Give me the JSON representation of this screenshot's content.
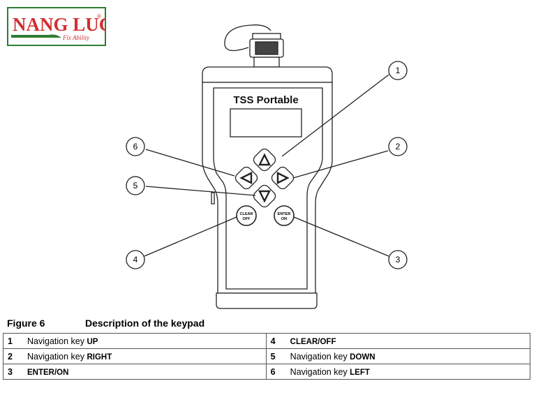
{
  "logo": {
    "brand": "NANG LUC",
    "registered": "®",
    "tagline": "Fix Ability"
  },
  "device": {
    "title": "TSS Portable",
    "clear_key": [
      "CLEAR",
      "OFF"
    ],
    "enter_key": [
      "ENTER",
      "ON"
    ]
  },
  "callouts": [
    "1",
    "2",
    "3",
    "4",
    "5",
    "6"
  ],
  "figure": {
    "number": "Figure 6",
    "title": "Description of the keypad"
  },
  "keys": [
    {
      "num": "1",
      "text": "Navigation key ",
      "kw": "UP"
    },
    {
      "num": "4",
      "text": "",
      "kw": "CLEAR/OFF"
    },
    {
      "num": "2",
      "text": "Navigation key ",
      "kw": "RIGHT"
    },
    {
      "num": "5",
      "text": "Navigation key ",
      "kw": "DOWN"
    },
    {
      "num": "3",
      "text": "",
      "kw": "ENTER/ON"
    },
    {
      "num": "6",
      "text": "Navigation key ",
      "kw": "LEFT"
    }
  ]
}
